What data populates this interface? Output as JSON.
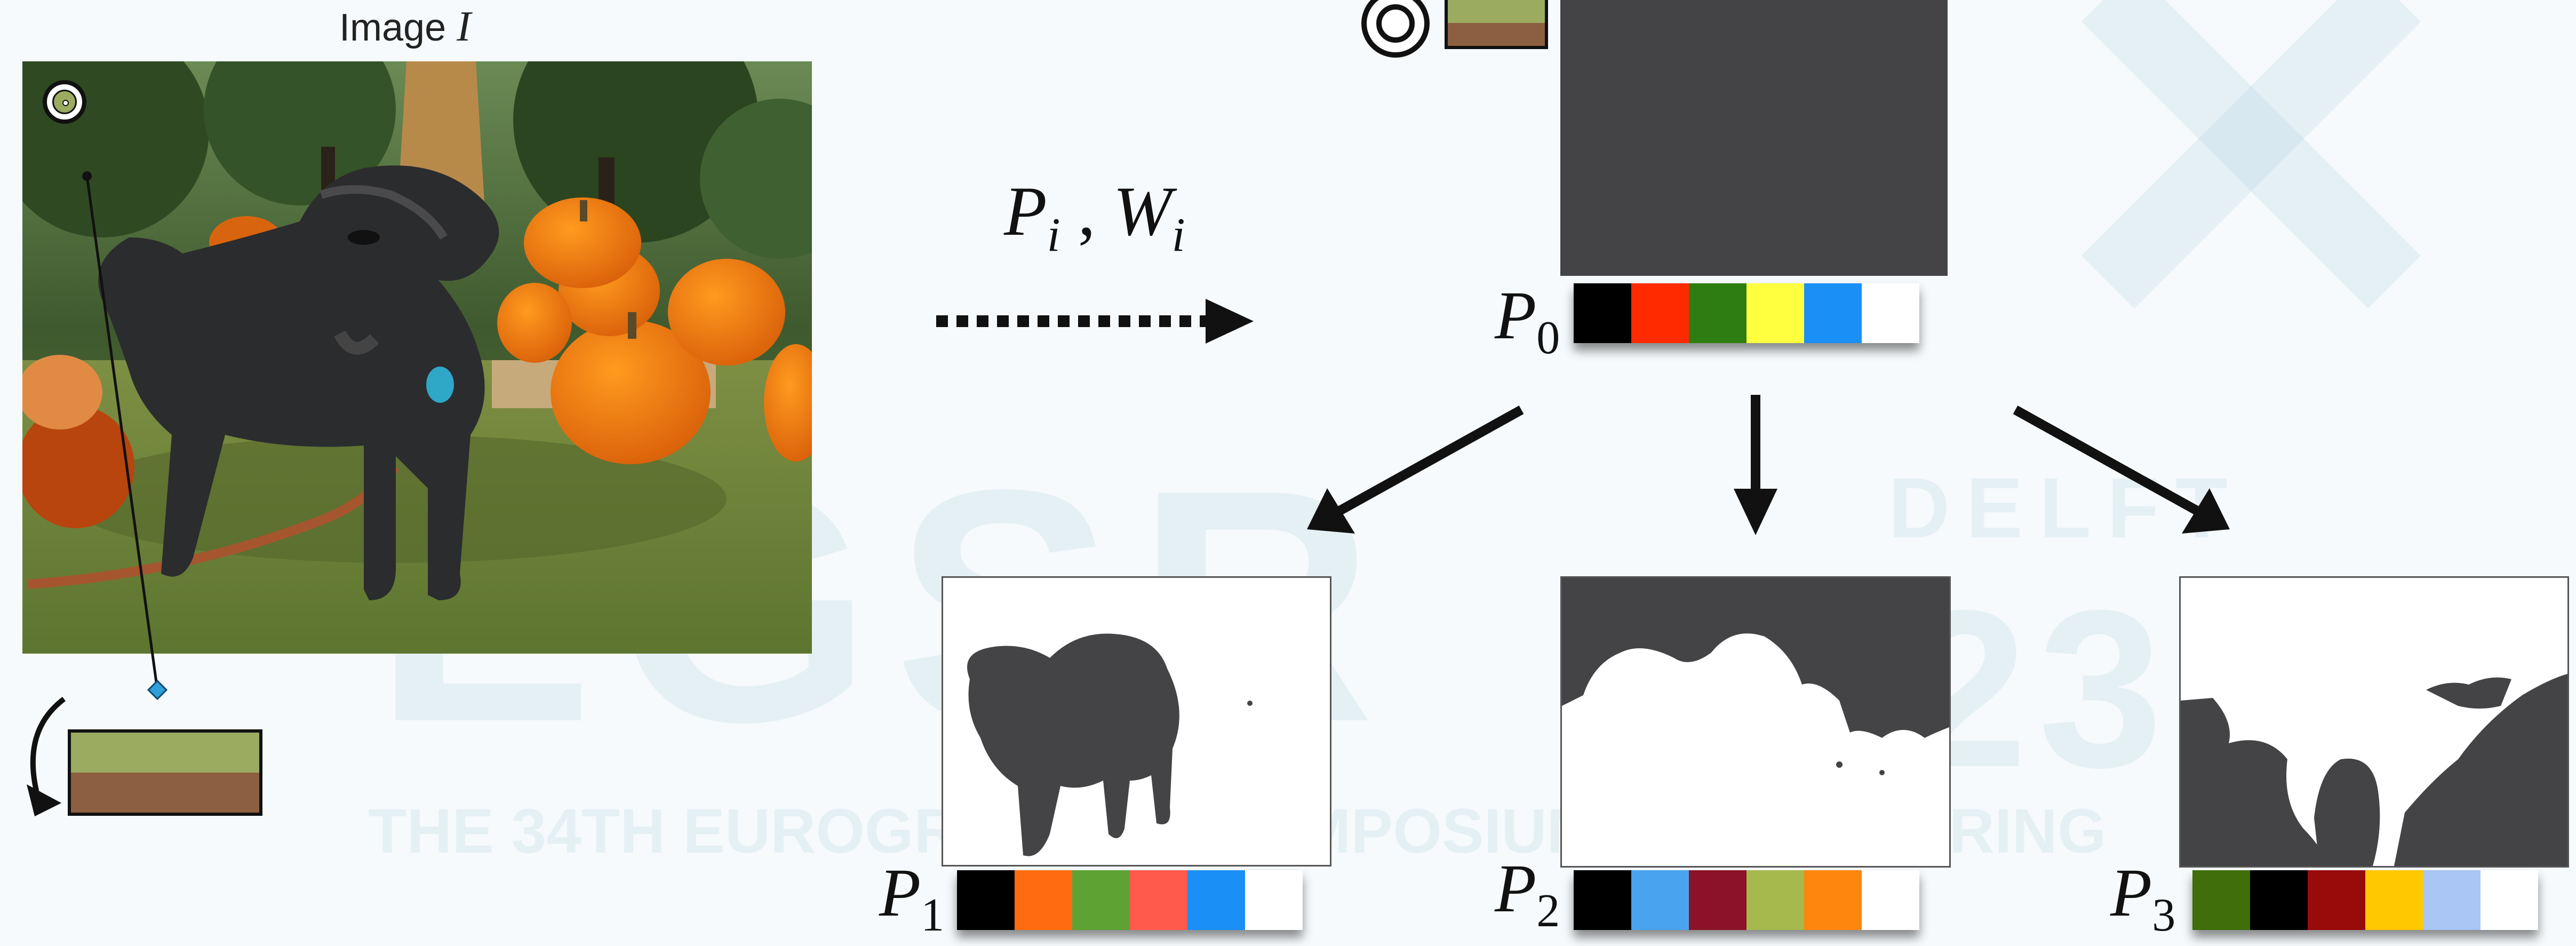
{
  "source_caption": {
    "prefix": "Image ",
    "var": "I"
  },
  "arrow_label": {
    "p": "P",
    "p_sub": "i",
    "sep": " , ",
    "w": "W",
    "w_sub": "i"
  },
  "labels": [
    {
      "id": "p0",
      "base": "P",
      "sub": "0"
    },
    {
      "id": "p1",
      "base": "P",
      "sub": "1"
    },
    {
      "id": "p2",
      "base": "P",
      "sub": "2"
    },
    {
      "id": "p3",
      "base": "P",
      "sub": "3"
    }
  ],
  "palettes": {
    "p0": [
      "#000000",
      "#ff2a00",
      "#2e7d10",
      "#ffff40",
      "#1a8ff5",
      "#ffffff"
    ],
    "p1": [
      "#000000",
      "#ff6b10",
      "#5ea234",
      "#ff5a4c",
      "#1a8ff5",
      "#ffffff"
    ],
    "p2": [
      "#000000",
      "#4aa3ef",
      "#8b1228",
      "#a6b94c",
      "#ff860e",
      "#ffffff"
    ],
    "p3": [
      "#3f6e0a",
      "#000000",
      "#990a0a",
      "#ffc800",
      "#a9c6f5",
      "#ffffff"
    ]
  },
  "picked_colors": {
    "top": "#9bab60",
    "bottom": "#8c5f40"
  },
  "watermark": {
    "line1": "EGSR",
    "line2": "DELFT",
    "year": "2023",
    "tagline": "THE 34TH EUROGRAPHICS SYMPOSIUM ON RENDERING"
  },
  "colors": {
    "mask_fill": "#444446",
    "background": "#f6fafc"
  }
}
